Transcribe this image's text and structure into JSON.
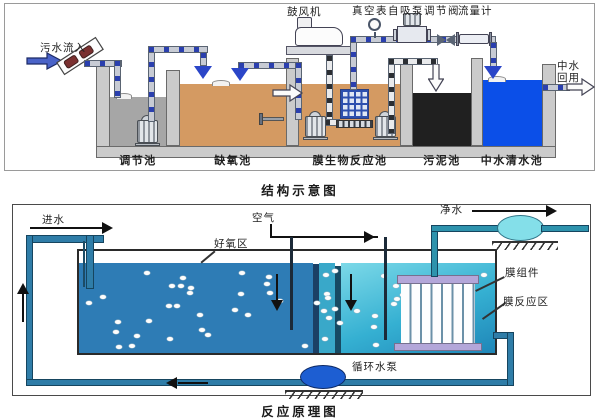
{
  "top_diagram": {
    "caption": "结构示意图",
    "inflow_label": "污水流入",
    "blower_label": "鼓风机",
    "instrument_labels": "真空表自吸泵调节阀",
    "flow_meter_label": "流量计",
    "reuse_label_line1": "中水",
    "reuse_label_line2": "回用",
    "tanks": [
      {
        "label": "调节池"
      },
      {
        "label": "缺氧池"
      },
      {
        "label": "膜生物反应池"
      },
      {
        "label": "污泥池"
      },
      {
        "label": "中水清水池"
      }
    ]
  },
  "bottom_diagram": {
    "caption": "反应原理图",
    "inlet_label": "进水",
    "air_label": "空气",
    "clean_water_label": "净水",
    "aerobic_zone_label": "好氧区",
    "membrane_module_label": "膜组件",
    "membrane_zone_label": "膜反应区",
    "circulation_pump_label": "循环水泵"
  },
  "colors": {
    "regulation_water": "#a6a6a6",
    "anoxic_mbr_water": "#d49a62",
    "sludge_water": "#202020",
    "clear_water": "#0b4fe8",
    "aerobic_zone_water": "#2e7cb5",
    "membrane_zone_water": "#35b0d2",
    "pipe_stripe_blue": "#2a3fae",
    "membrane_bar_purple": "#b3a6d9",
    "circulation_pump_blue": "#1d5ed2",
    "outlet_pump_cyan": "#84dfe9"
  }
}
